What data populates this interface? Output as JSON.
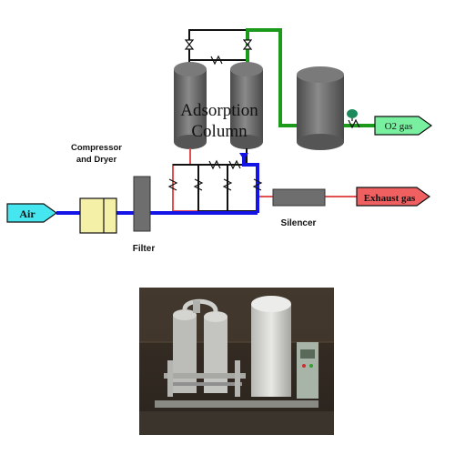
{
  "diagram": {
    "labels": {
      "air": "Air",
      "compressor_line1": "Compressor",
      "compressor_line2": "and Dryer",
      "filter": "Filter",
      "adsorption_line1": "Adsorption",
      "adsorption_line2": "Column",
      "silencer": "Silencer",
      "o2_gas": "O2 gas",
      "exhaust_gas": "Exhaust gas"
    },
    "colors": {
      "air_line": "#1414e6",
      "oxygen_line": "#1c9a1c",
      "exhaust_line": "#e05050",
      "black_line": "#111111",
      "air_arrow_fill": "#46e6f0",
      "o2_arrow_fill": "#78f0a0",
      "exhaust_arrow_fill": "#f06060",
      "compressor_fill": "#f5f0a8",
      "vessel_fill": "#6e6e6e",
      "valve_indicator": "#1c8a5a"
    },
    "icons": {
      "valve": "bowtie-valve-icon",
      "check_valve": "check-valve-icon"
    }
  },
  "photo": {
    "description_icon": "oxygen-generator-plant-photo"
  }
}
